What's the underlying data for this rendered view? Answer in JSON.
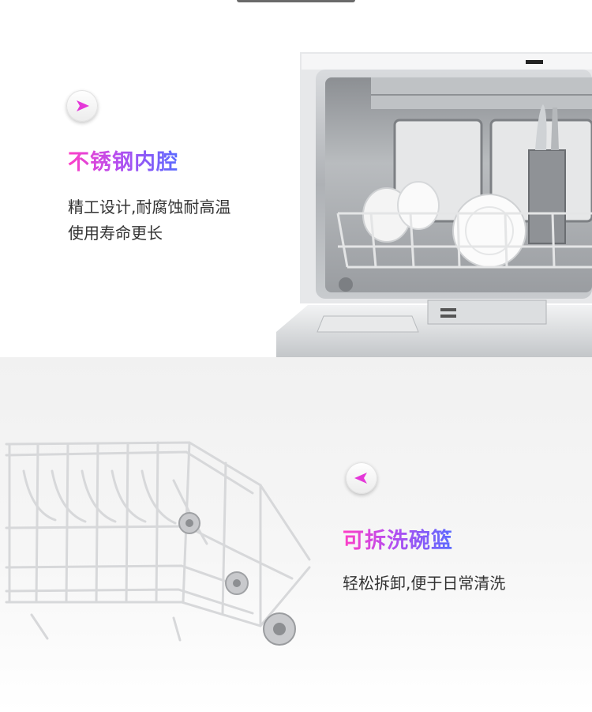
{
  "features": [
    {
      "title": "不锈钢内腔",
      "lines": [
        "精工设计,耐腐蚀耐高温",
        "使用寿命更长"
      ],
      "badge_icon": "arrow-right-icon"
    },
    {
      "title": "可拆洗碗篮",
      "lines": [
        "轻松拆卸,便于日常清洗"
      ],
      "badge_icon": "arrow-left-icon"
    }
  ],
  "colors": {
    "title_gradient_start": "#ff3fc6",
    "title_gradient_mid": "#b54df0",
    "title_gradient_end": "#5a6bff",
    "arrow": "#e438d8",
    "body_text": "#333333"
  }
}
